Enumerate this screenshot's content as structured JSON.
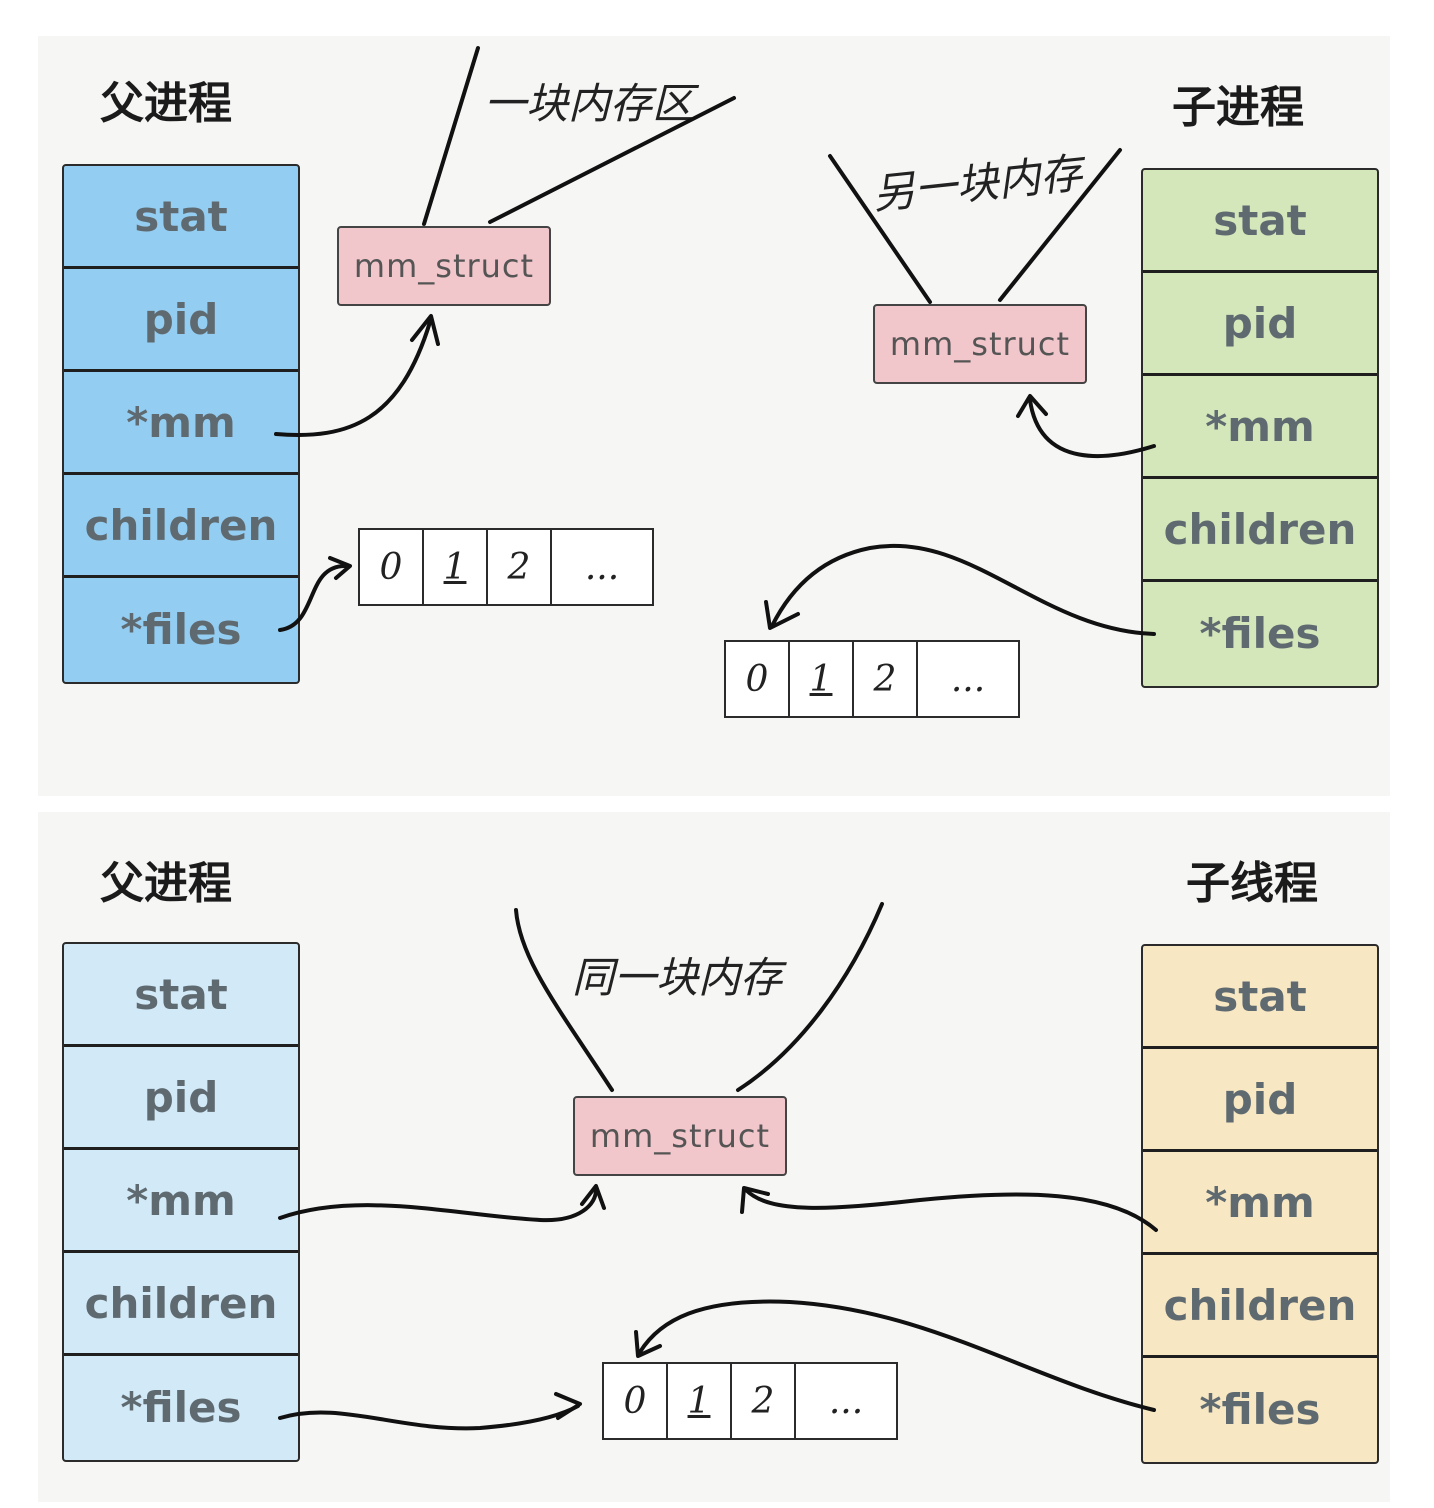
{
  "top": {
    "parent_title": "父进程",
    "child_title": "子进程",
    "parent_fields": [
      "stat",
      "pid",
      "*mm",
      "children",
      "*files"
    ],
    "child_fields": [
      "stat",
      "pid",
      "*mm",
      "children",
      "*files"
    ],
    "parent_mm_label": "mm_struct",
    "child_mm_label": "mm_struct",
    "parent_mem_note": "一块内存区",
    "child_mem_note": "另一块内存",
    "parent_fd": [
      "0",
      "1",
      "2",
      "..."
    ],
    "child_fd": [
      "0",
      "1",
      "2",
      "..."
    ]
  },
  "bottom": {
    "parent_title": "父进程",
    "child_title": "子线程",
    "parent_fields": [
      "stat",
      "pid",
      "*mm",
      "children",
      "*files"
    ],
    "child_fields": [
      "stat",
      "pid",
      "*mm",
      "children",
      "*files"
    ],
    "mm_label": "mm_struct",
    "shared_mem_note": "同一块内存",
    "fd": [
      "0",
      "1",
      "2",
      "..."
    ]
  },
  "colors": {
    "parent_top": "#94cdf2",
    "child_top": "#d3e7bb",
    "parent_bottom": "#d2e9f8",
    "child_bottom": "#f8e7c3",
    "mm_fill": "#f2c7cb"
  }
}
